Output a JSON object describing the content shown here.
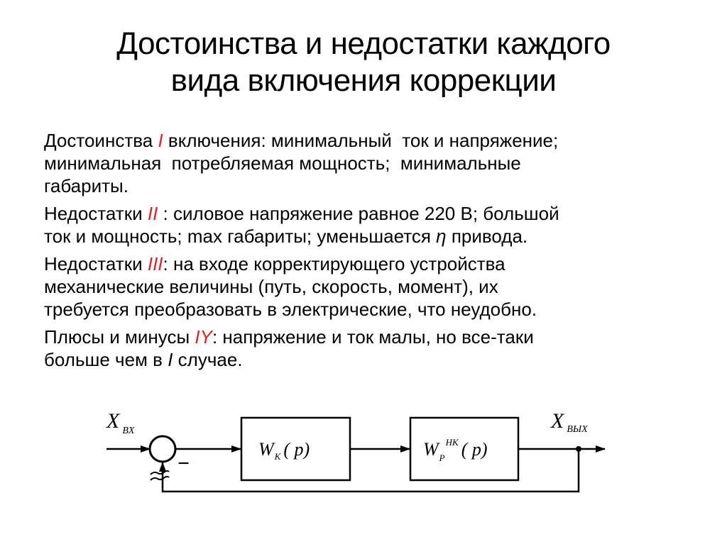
{
  "slide": {
    "title_line1": "Достоинства и недостатки каждого",
    "title_line2": "вида включения коррекции",
    "paragraphs": [
      {
        "lines": [
          {
            "pre": "Достоинства ",
            "mark": "I",
            "post": " включения: минимальный  ток и напряжение;"
          },
          {
            "text": "минимальная  потребляемая мощность;  минимальные"
          },
          {
            "text": "габариты."
          }
        ]
      },
      {
        "lines": [
          {
            "pre": "Недостатки ",
            "mark": "II",
            "post": " : силовое напряжение равное 220 В; большой"
          },
          {
            "pre2": "ток и мощность; max габариты; уменьшается ",
            "eta": "η",
            "post2": " привода."
          }
        ]
      },
      {
        "lines": [
          {
            "pre": "Недостатки ",
            "mark": "III",
            "post": ": на входе корректирующего устройства"
          },
          {
            "text": "механические величины (путь, скорость, момент), их"
          },
          {
            "text": "требуется преобразовать в электрические, что неудобно."
          }
        ]
      },
      {
        "lines": [
          {
            "pre": "Плюсы и минусы ",
            "mark": "IY",
            "post": ": напряжение и ток малы, но все-таки"
          },
          {
            "pre2": "больше чем в ",
            "eta": "I",
            "post2": " случае."
          }
        ]
      }
    ]
  },
  "diagram": {
    "input_label": "X",
    "input_sub": "BX",
    "output_label": "X",
    "output_sub": "BЫX",
    "minus_sign": "−",
    "block1": {
      "W": "W",
      "sub": "K",
      "arg": "( p)"
    },
    "block2": {
      "W": "W",
      "sub": "P",
      "sup": "HK",
      "arg": "( p)"
    }
  },
  "colors": {
    "accent": "#e8201e",
    "text": "#000000",
    "background": "#ffffff"
  }
}
